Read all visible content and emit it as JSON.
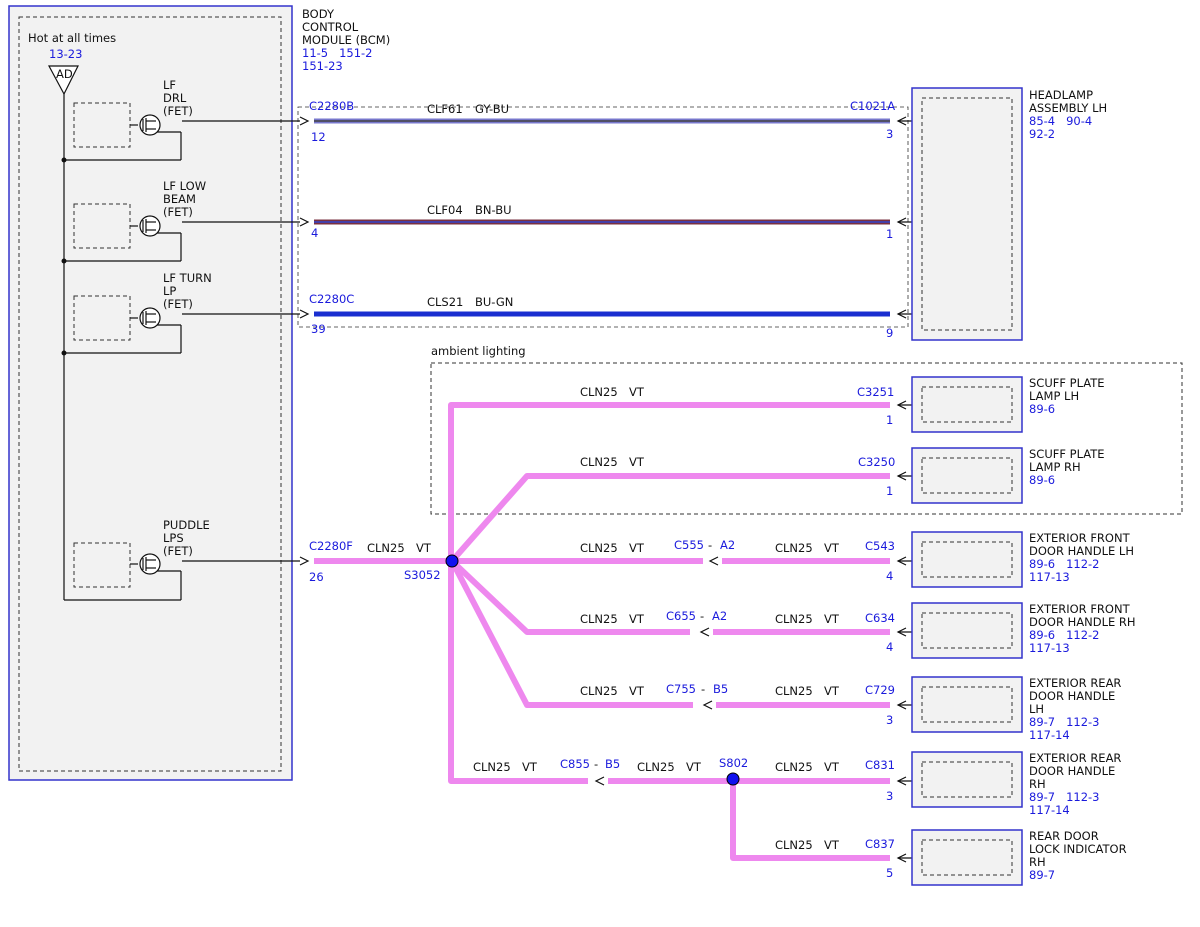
{
  "bcm": {
    "label": [
      "BODY",
      "CONTROL",
      "MODULE (BCM)"
    ],
    "refs": [
      "11-5   151-2",
      "151-23"
    ],
    "power_label": "Hot at all times",
    "power_ref": "13-23",
    "power_tag": "AD",
    "fets": [
      {
        "label": [
          "LF",
          "DRL",
          "(FET)"
        ]
      },
      {
        "label": [
          "LF LOW",
          "BEAM",
          "(FET)"
        ]
      },
      {
        "label": [
          "LF TURN",
          "LP",
          "(FET)"
        ]
      },
      {
        "label": [
          "PUDDLE",
          "LPS",
          "(FET)"
        ]
      }
    ]
  },
  "circuits_bcm": [
    {
      "connector": "C2280B",
      "pin": "12",
      "circuit": "CLF61",
      "color_code": "GY-BU",
      "far_connector": "C1021A",
      "far_pin": "3",
      "color_a": "#7777cc",
      "color_b": "#444444"
    },
    {
      "connector": "",
      "pin": "4",
      "circuit": "CLF04",
      "color_code": "BN-BU",
      "far_connector": "",
      "far_pin": "1",
      "color_a": "#7a3040",
      "color_b": "#3344cc"
    },
    {
      "connector": "C2280C",
      "pin": "39",
      "circuit": "CLS21",
      "color_code": "BU-GN",
      "far_connector": "",
      "far_pin": "9",
      "color_a": "#1a2fd0",
      "color_b": "#1a2fd0"
    }
  ],
  "puddle": {
    "connector": "C2280F",
    "pin": "26",
    "circuit": "CLN25",
    "color_code": "VT",
    "splice": "S3052"
  },
  "wire_color": "#ee88ee",
  "ambient_label": "ambient lighting",
  "branches": [
    {
      "circuit": "CLN25",
      "color_code": "VT",
      "connector": "C3251",
      "pin": "1"
    },
    {
      "circuit": "CLN25",
      "color_code": "VT",
      "connector": "C3250",
      "pin": "1"
    },
    {
      "circuit": "CLN25",
      "color_code": "VT",
      "inline": "C555",
      "inline_pin": "A2",
      "circuit2": "CLN25",
      "color_code2": "VT",
      "connector": "C543",
      "pin": "4"
    },
    {
      "circuit": "CLN25",
      "color_code": "VT",
      "inline": "C655",
      "inline_pin": "A2",
      "circuit2": "CLN25",
      "color_code2": "VT",
      "connector": "C634",
      "pin": "4"
    },
    {
      "circuit": "CLN25",
      "color_code": "VT",
      "inline": "C755",
      "inline_pin": "B5",
      "circuit2": "CLN25",
      "color_code2": "VT",
      "connector": "C729",
      "pin": "3"
    },
    {
      "circuit": "CLN25",
      "color_code": "VT",
      "inline": "C855",
      "inline_pin": "B5",
      "circuit2": "CLN25",
      "color_code2": "VT",
      "splice": "S802",
      "circuit3": "CLN25",
      "color_code3": "VT",
      "connector": "C831",
      "pin": "3"
    },
    {
      "circuit": "CLN25",
      "color_code": "VT",
      "connector": "C837",
      "pin": "5"
    }
  ],
  "components": [
    {
      "label": [
        "HEADLAMP",
        "ASSEMBLY LH"
      ],
      "refs": [
        "85-4   90-4",
        "92-2"
      ]
    },
    {
      "label": [
        "SCUFF PLATE",
        "LAMP LH"
      ],
      "refs": [
        "89-6"
      ]
    },
    {
      "label": [
        "SCUFF PLATE",
        "LAMP RH"
      ],
      "refs": [
        "89-6"
      ]
    },
    {
      "label": [
        "EXTERIOR FRONT",
        "DOOR HANDLE LH"
      ],
      "refs": [
        "89-6   112-2",
        "117-13"
      ]
    },
    {
      "label": [
        "EXTERIOR FRONT",
        "DOOR HANDLE RH"
      ],
      "refs": [
        "89-6   112-2",
        "117-13"
      ]
    },
    {
      "label": [
        "EXTERIOR REAR",
        "DOOR HANDLE",
        "LH"
      ],
      "refs": [
        "89-7   112-3",
        "117-14"
      ]
    },
    {
      "label": [
        "EXTERIOR REAR",
        "DOOR HANDLE",
        "RH"
      ],
      "refs": [
        "89-7   112-3",
        "117-14"
      ]
    },
    {
      "label": [
        "REAR DOOR",
        "LOCK INDICATOR",
        "RH"
      ],
      "refs": [
        "89-7"
      ]
    }
  ]
}
